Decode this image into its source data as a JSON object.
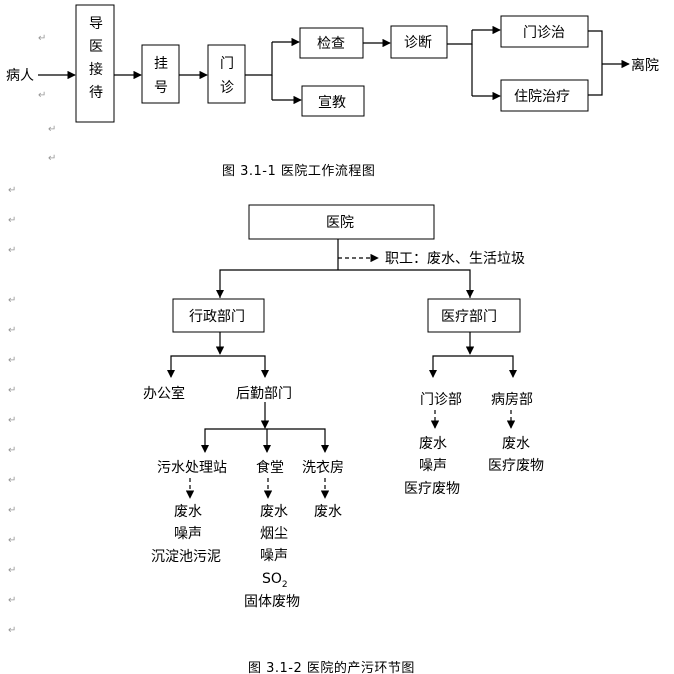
{
  "diagram1": {
    "patient": "病人",
    "reception": [
      "导",
      "医",
      "接",
      "待"
    ],
    "register": [
      "挂",
      "号"
    ],
    "outpatient": [
      "门",
      "诊"
    ],
    "exam": "检查",
    "education": "宣教",
    "diagnosis": "诊断",
    "outpatient_treatment": "门诊治",
    "inpatient_treatment": "住院治疗",
    "leave": "离院",
    "caption": "图 3.1-1     医院工作流程图"
  },
  "diagram2": {
    "hospital": "医院",
    "staff_waste": "职工：废水、生活垃圾",
    "admin_dept": "行政部门",
    "medical_dept": "医疗部门",
    "office": "办公室",
    "logistics": "后勤部门",
    "sewage_station": "污水处理站",
    "canteen": "食堂",
    "laundry": "洗衣房",
    "sewage_outputs": [
      "废水",
      "噪声",
      "沉淀池污泥"
    ],
    "canteen_outputs": [
      "废水",
      "烟尘",
      "噪声"
    ],
    "so2_base": "SO",
    "so2_sub": "2",
    "canteen_solid": "固体废物",
    "laundry_outputs": [
      "废水"
    ],
    "clinic": "门诊部",
    "ward": "病房部",
    "clinic_outputs": [
      "废水",
      "噪声",
      "医疗废物"
    ],
    "ward_outputs": [
      "废水",
      "医疗废物"
    ],
    "caption": "图 3.1-2     医院的产污环节图"
  },
  "para_mark": "↵"
}
